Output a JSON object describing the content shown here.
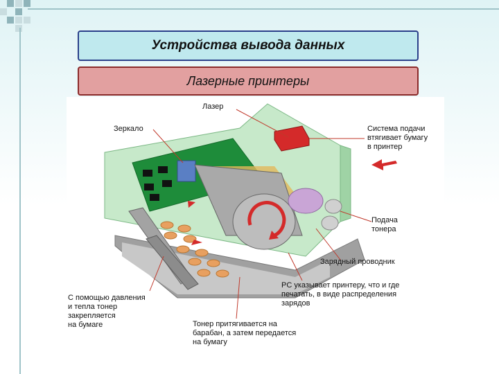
{
  "slide": {
    "title": "Устройства вывода данных",
    "subtitle": "Лазерные принтеры"
  },
  "diagram": {
    "labels": {
      "laser": "Лазер",
      "mirror": "Зеркало",
      "paper_feed": "Система подачи\nвтягивает бумагу\nв принтер",
      "toner_feed": "Подача\nтонера",
      "corona_wire": "Зарядный проводник",
      "pc_instruction": "PC указывает принтеру, что и где\nпечатать, в виде распределения\nзарядов",
      "fuser": "С помощью давления\nи тепла тонер\nзакрепляется\nна бумаге",
      "drum_transfer": "Тонер притягивается на\nбарабан, а затем передается\nна бумагу"
    },
    "colors": {
      "housing": "#b9e3bd",
      "circuit_board": "#1e8c3a",
      "laser_unit": "#d42a2a",
      "drum": "#a9a9a9",
      "arrow": "#d42a2a",
      "paper_tray": "#a0a0a0",
      "toner_dots": "#e8a060"
    }
  }
}
